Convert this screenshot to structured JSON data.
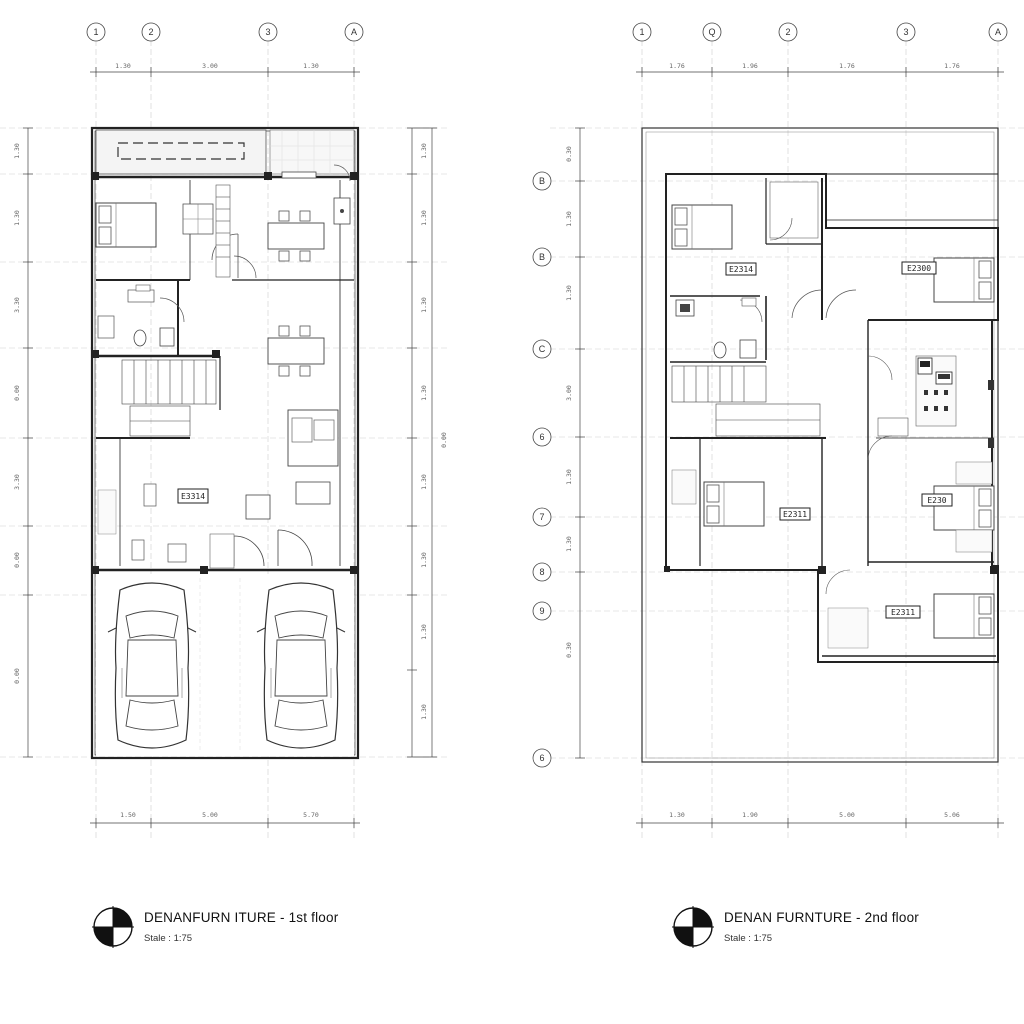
{
  "plans": [
    {
      "title": "DENANFURN ITURE - 1st floor",
      "scale": "Stale : 1:75",
      "grid_cols": [
        "1",
        "2",
        "3",
        "A"
      ],
      "dims_top": [
        "1.30",
        "3.00",
        "1.30"
      ],
      "dims_bottom": [
        "1.50",
        "5.00",
        "5.70"
      ],
      "dims_left": [
        "1.30",
        "1.30",
        "3.30",
        "0.00",
        "3.30",
        "0.00",
        "0.00"
      ],
      "dims_right": [
        "1.30",
        "1.30",
        "1.30",
        "1.30",
        "1.30",
        "1.30",
        "1.30",
        "1.30"
      ],
      "dims_right_total": "0.00",
      "room_tags": [
        "E3314"
      ]
    },
    {
      "title": "DENAN FURNTURE - 2nd floor",
      "scale": "Stale : 1:75",
      "grid_cols": [
        "1",
        "Q",
        "2",
        "3",
        "A"
      ],
      "grid_rows": [
        "B",
        "B",
        "C",
        "6",
        "7",
        "8",
        "9",
        "6"
      ],
      "dims_top": [
        "1.76",
        "1.96",
        "1.76",
        "1.76"
      ],
      "dims_bottom": [
        "1.30",
        "1.90",
        "5.00",
        "5.06"
      ],
      "dims_left": [
        "0.30",
        "1.30",
        "1.30",
        "3.00",
        "1.30",
        "1.30",
        "0.30"
      ],
      "room_tags": [
        "E2314",
        "E2300",
        "E2311",
        "E230",
        "E2311"
      ]
    }
  ]
}
